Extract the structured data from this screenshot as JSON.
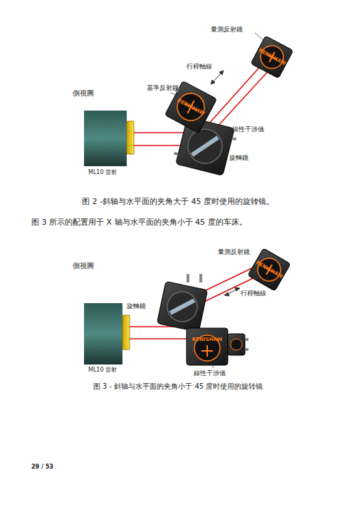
{
  "diagram": {
    "labels": [
      "量測反射鏡",
      "行程軸線",
      "基準反射鏡",
      "側視圖",
      "RENISHAW",
      "RENISHAW",
      "線性干涉儀",
      "旋轉鏡",
      "ML10 雷射",
      "图 2 -斜轴与水平面的夹角大于 45 度时使用的旋转镜。",
      "图 3 所示的配置用于 X 轴与水平面的夹角小于 45 度的车床。",
      "量測反射鏡",
      "側視圖",
      "旋轉鏡",
      "行程軸線",
      "RENISHAW",
      "RENISHAW",
      "ML10 雷射",
      "線性干涉儀",
      "图 3 - 斜轴与水平面的夹角小于 45 度时使用的旋转镜",
      "29 / 53"
    ]
  }
}
